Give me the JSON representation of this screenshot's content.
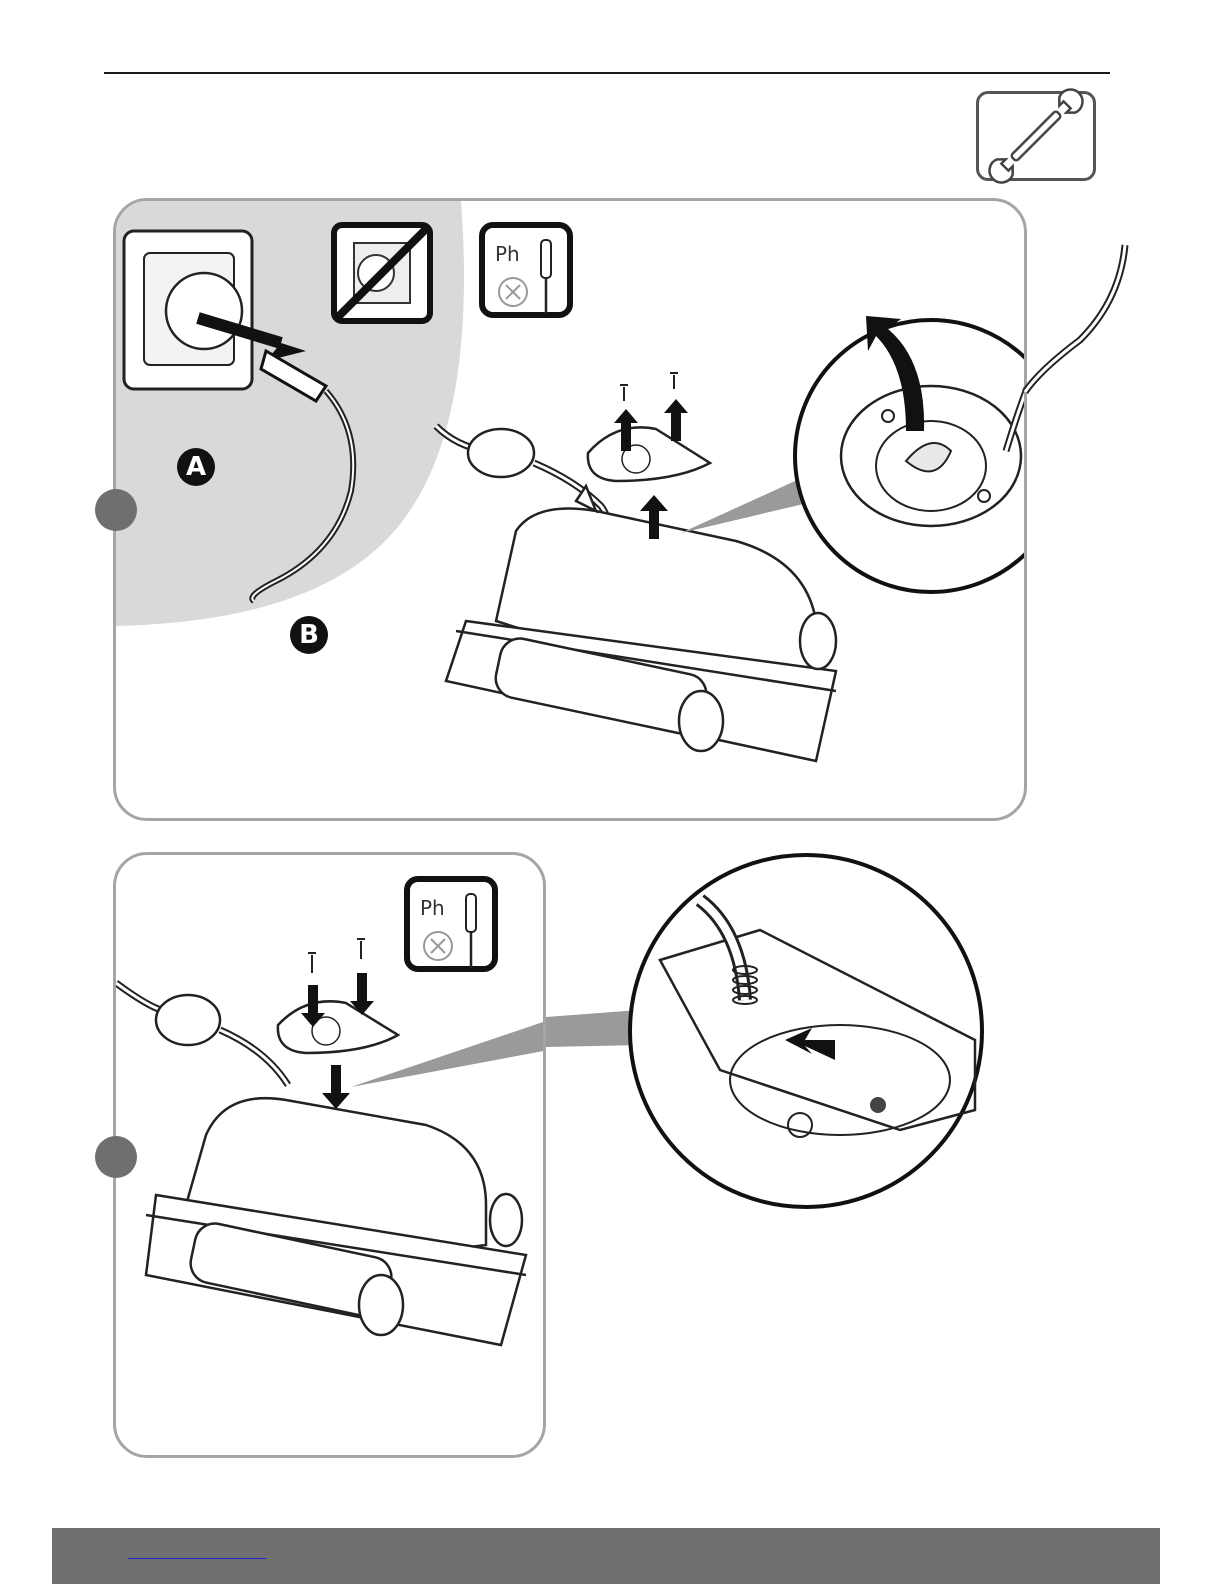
{
  "header": {
    "icon": "wrench-icon"
  },
  "step_1": {
    "label_a": "A",
    "label_b": "B",
    "tool_label": "Ph",
    "icons": [
      "socket-icon",
      "no-socket-icon",
      "phillips-screwdriver-icon",
      "arrow-up-icon",
      "rotate-arrow-icon"
    ]
  },
  "step_2": {
    "tool_label": "Ph",
    "icons": [
      "phillips-screwdriver-icon",
      "arrow-down-icon",
      "arrow-in-icon"
    ]
  },
  "colors": {
    "panel_border": "#a5a5a5",
    "step_dot": "#6f6f6f",
    "footer": "#6f6f6f",
    "shade": "#d9d9d9"
  }
}
